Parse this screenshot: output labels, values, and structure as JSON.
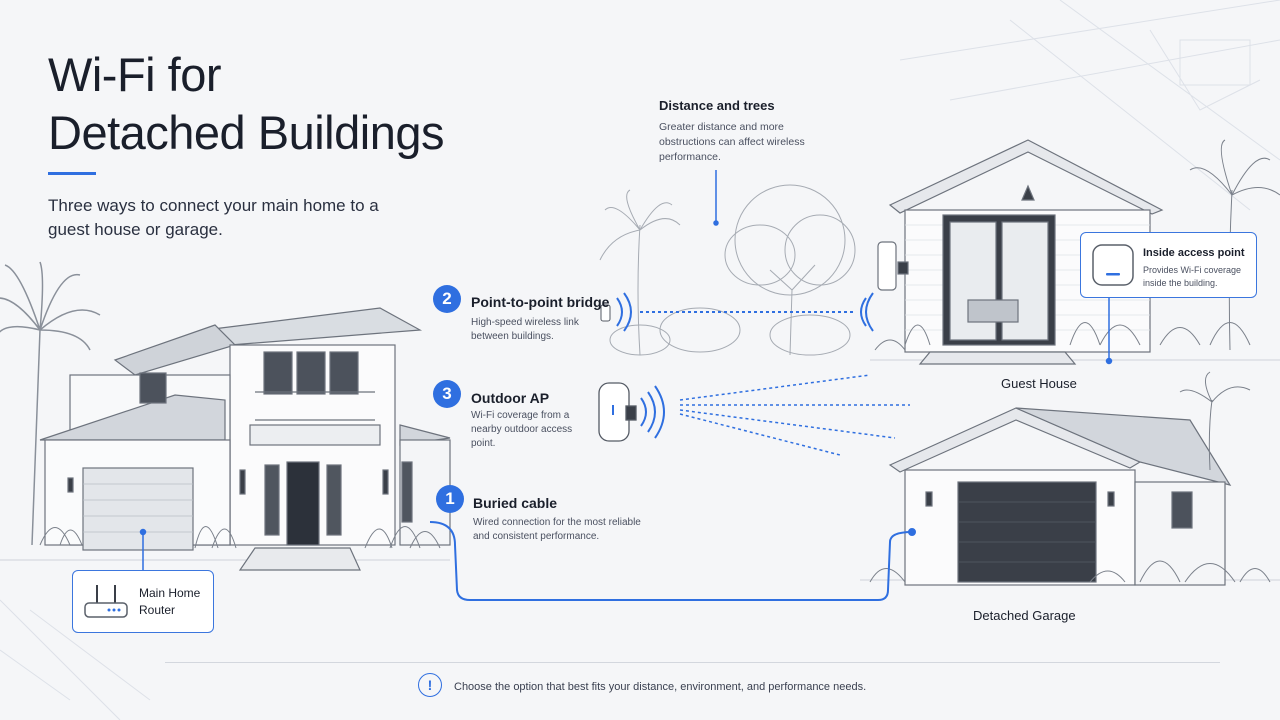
{
  "header": {
    "title_line1": "Wi-Fi for",
    "title_line2": "Detached Buildings",
    "subtitle": "Three ways to connect your main home to a guest house or garage."
  },
  "trees_note": {
    "title": "Distance and trees",
    "description": "Greater distance and more obstructions can affect wireless performance."
  },
  "options": [
    {
      "number": "2",
      "title": "Point-to-point bridge",
      "description": "High-speed wireless link between buildings."
    },
    {
      "number": "3",
      "title": "Outdoor AP",
      "description": "Wi-Fi coverage from a nearby outdoor access point."
    },
    {
      "number": "1",
      "title": "Buried cable",
      "description": "Wired connection for the most reliable and consistent performance."
    }
  ],
  "inside_ap": {
    "title": "Inside access point",
    "description": "Provides Wi-Fi coverage inside the building."
  },
  "router": {
    "label_line1": "Main Home",
    "label_line2": "Router"
  },
  "buildings": {
    "guest_house": "Guest House",
    "garage": "Detached Garage"
  },
  "footer": {
    "icon": "info-icon",
    "text": "Choose the option that best fits your distance, environment, and performance needs."
  },
  "colors": {
    "accent": "#2f6fe0",
    "background": "#f5f6f8",
    "garage_door": "#3a3f48"
  }
}
